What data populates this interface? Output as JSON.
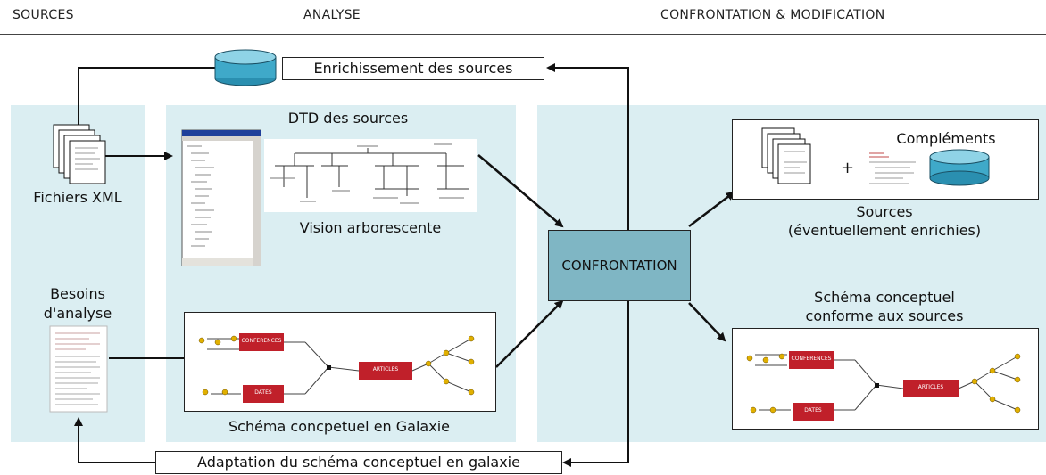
{
  "headers": {
    "sources": "SOURCES",
    "analyse": "ANALYSE",
    "confrontation": "CONFRONTATION & MODIFICATION"
  },
  "top_loop": {
    "label": "Enrichissement des sources"
  },
  "bottom_loop": {
    "label": "Adaptation du schéma conceptuel en galaxie"
  },
  "sources_panel": {
    "files_label": "Fichiers XML",
    "needs_label_line1": "Besoins",
    "needs_label_line2": "d'analyse"
  },
  "analyse_panel": {
    "dtd_title": "DTD des sources",
    "tree_label": "Vision arborescente",
    "galaxy_label": "Schéma concpetuel en Galaxie"
  },
  "center": {
    "confrontation_label": "CONFRONTATION"
  },
  "result_panel": {
    "complements_label": "Compléments",
    "plus": "+",
    "sources_line1": "Sources",
    "sources_line2": "(éventuellement enrichies)",
    "schema_line1": "Schéma conceptuel",
    "schema_line2": "conforme aux sources"
  },
  "galaxy": {
    "fact_conf": "CONFERENCES",
    "fact_dates": "DATES",
    "fact_articles": "ARTICLES"
  },
  "colors": {
    "panel": "#dbeef2",
    "confrontation_box": "#7fb6c4",
    "database": "#3fa9c9",
    "fact": "#c0202a"
  }
}
